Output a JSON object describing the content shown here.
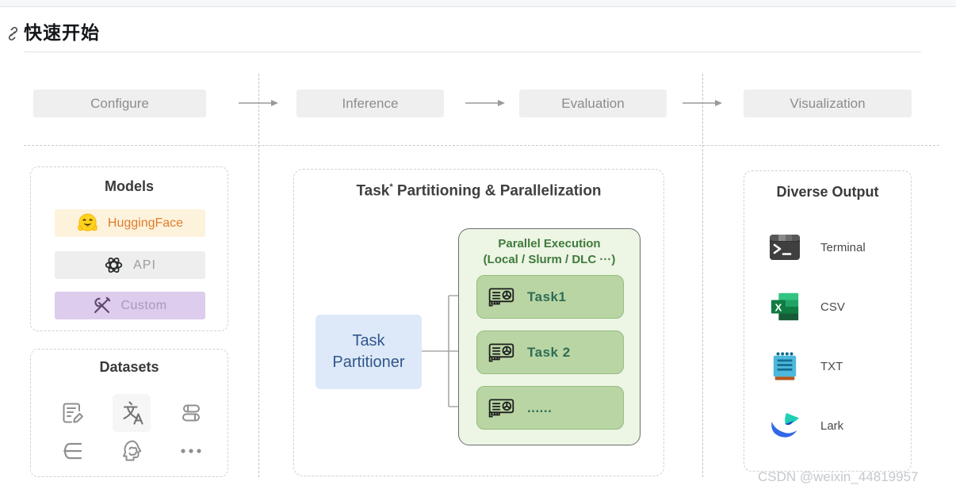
{
  "header": {
    "title": "快速开始"
  },
  "flow": {
    "stages": [
      {
        "label": "Configure"
      },
      {
        "label": "Inference"
      },
      {
        "label": "Evaluation"
      },
      {
        "label": "Visualization"
      }
    ]
  },
  "models": {
    "title": "Models",
    "items": [
      {
        "icon": "huggingface-icon",
        "label": "HuggingFace"
      },
      {
        "icon": "openai-icon",
        "label": "API"
      },
      {
        "icon": "tools-icon",
        "label": "Custom"
      }
    ]
  },
  "datasets": {
    "title": "Datasets",
    "icons": [
      "exam-edit-icon",
      "translate-icon",
      "books-icon",
      "outline-list-icon",
      "psychology-icon",
      "more-icon"
    ]
  },
  "pipeline": {
    "title_task": "Task",
    "title_star": "*",
    "title_rest": " Partitioning & Parallelization",
    "partitioner": {
      "line1": "Task",
      "line2": "Partitioner"
    },
    "parallel": {
      "title_line1": "Parallel Execution",
      "title_line2": "(Local / Slurm / DLC ···)",
      "tasks": [
        {
          "icon": "gpu-icon",
          "label": "Task1"
        },
        {
          "icon": "gpu-icon",
          "label": "Task 2"
        },
        {
          "icon": "gpu-icon",
          "label": "......"
        }
      ]
    }
  },
  "output": {
    "title": "Diverse Output",
    "items": [
      {
        "icon": "terminal-icon",
        "label": "Terminal"
      },
      {
        "icon": "excel-icon",
        "label": "CSV"
      },
      {
        "icon": "notepad-icon",
        "label": "TXT"
      },
      {
        "icon": "lark-icon",
        "label": "Lark"
      }
    ]
  },
  "watermark": "CSDN @weixin_44819957",
  "colors": {
    "hf_bg": "#fdf3dd",
    "hf_text": "#e07b2c",
    "api_bg": "#eeeeee",
    "api_text": "#9b9b9b",
    "custom_bg": "#ddccec",
    "custom_text": "#a79ab8",
    "partitioner_bg": "#dde9f8",
    "partitioner_text": "#33568c",
    "parallel_bg": "#edf5e5",
    "parallel_title": "#3e7a3a",
    "task_bg": "#b9d5a4",
    "task_border": "#93bd7c",
    "task_text": "#2f6d55",
    "stage_bg": "#efefef",
    "stage_text": "#8c8c8c",
    "excel_green": "#21a366",
    "txt_blue": "#4cb8dc",
    "lark_teal": "#1ecfb5",
    "lark_blue": "#3168e8"
  }
}
